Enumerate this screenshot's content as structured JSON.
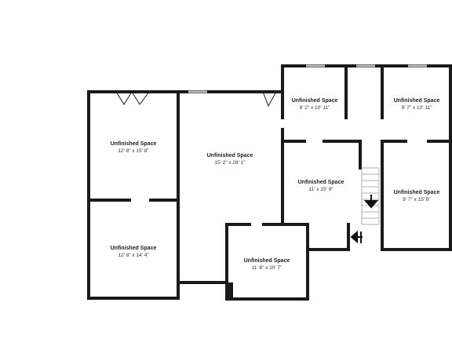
{
  "rooms": [
    {
      "id": "left-top",
      "name": "Unfinished Space",
      "dims": "12' 8\" x 15' 8\""
    },
    {
      "id": "left-bottom",
      "name": "Unfinished Space",
      "dims": "12' 8\" x 14' 4\""
    },
    {
      "id": "center",
      "name": "Unfinished Space",
      "dims": "15' 2\" x 28' 1\""
    },
    {
      "id": "mid-top",
      "name": "Unfinished Space",
      "dims": "9' 2\" x 10' 11\""
    },
    {
      "id": "right-top",
      "name": "Unfinished Space",
      "dims": "9' 7\" x 10' 11\""
    },
    {
      "id": "mid",
      "name": "Unfinished Space",
      "dims": "11' x 15' 9\""
    },
    {
      "id": "right",
      "name": "Unfinished Space",
      "dims": "9' 7\" x 15' 8\""
    },
    {
      "id": "bottom",
      "name": "Unfinished Space",
      "dims": "11' 8\" x 10' 7\""
    }
  ],
  "icons": {
    "stair_arrow": "arrow-down-icon",
    "exit_arrow": "arrow-left-icon"
  },
  "colors": {
    "wall": "#1a1a1a",
    "window": "#bdbdbd",
    "background": "#ffffff"
  }
}
